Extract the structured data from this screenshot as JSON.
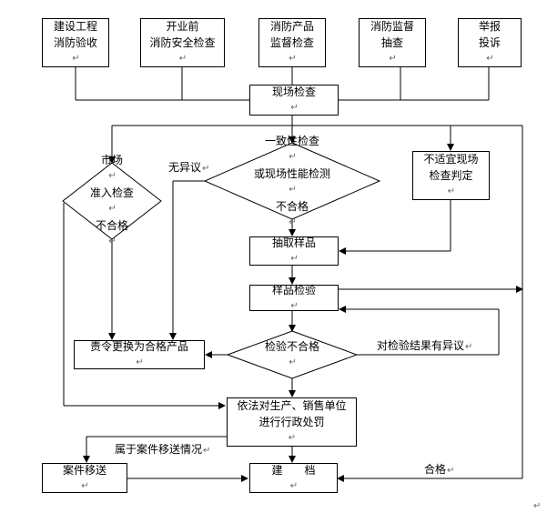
{
  "sources": {
    "construction": [
      "建设工程",
      "消防验收"
    ],
    "pre_opening": [
      "开业前",
      "消防安全检查"
    ],
    "product": [
      "消防产品",
      "监督检查"
    ],
    "spot_check": [
      "消防监督",
      "抽查"
    ],
    "report": [
      "举报",
      "投诉"
    ]
  },
  "onsite_inspection": "现场检查",
  "market_access_diamond": [
    "市场",
    "准入检查",
    "不合格"
  ],
  "consistency_diamond": [
    "一致性检查",
    "或现场性能检测",
    "不合格"
  ],
  "unsuitable_box": [
    "不适宜现场",
    "检查判定"
  ],
  "sampling": "抽取样品",
  "sample_test": "样品检验",
  "order_replace": "责令更换为合格产品",
  "test_fail_diamond": "检验不合格",
  "penalty": [
    "依法对生产、销售单位",
    "进行行政处罚"
  ],
  "case_transfer": "案件移送",
  "archive": "建　　档",
  "labels": {
    "no_objection": "无异议",
    "objection": "对检验结果有异议",
    "case_transfer_condition": "属于案件移送情况",
    "qualified": "合格"
  },
  "return_mark": "↵"
}
